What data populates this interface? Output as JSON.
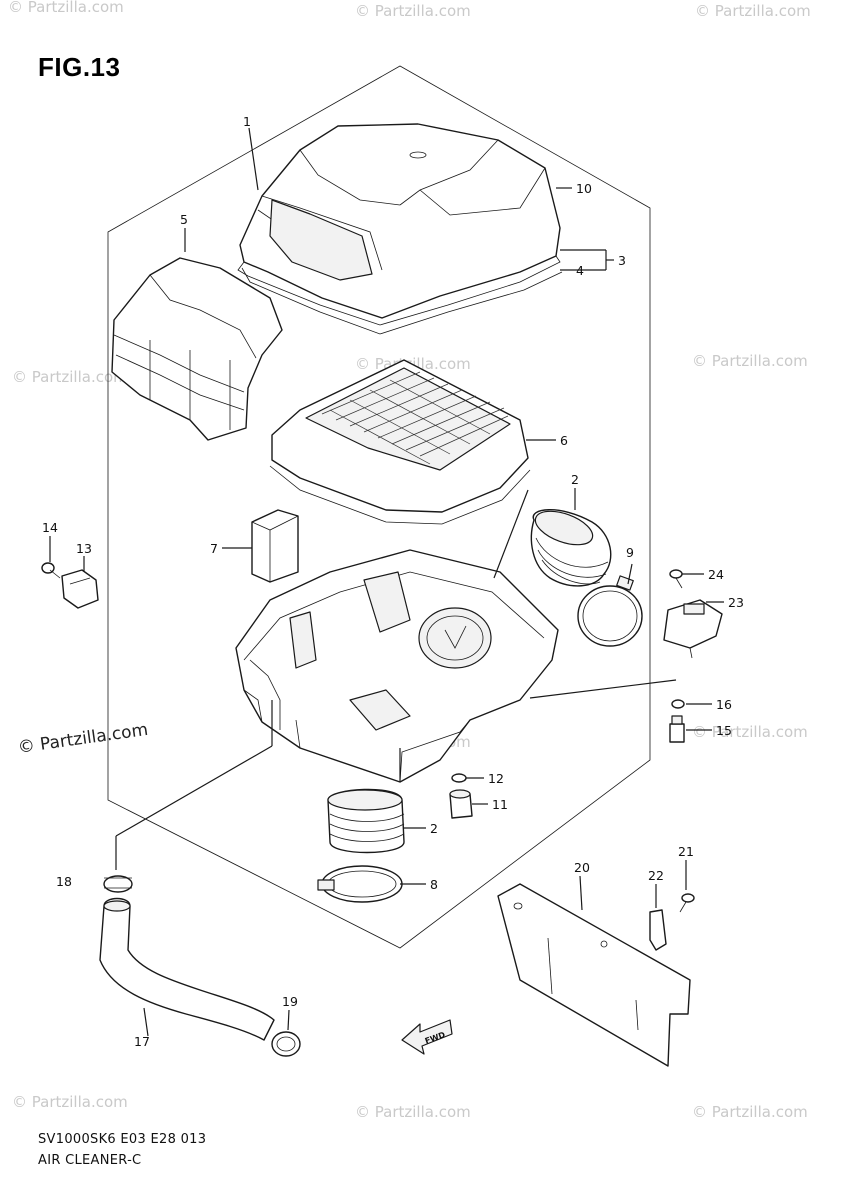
{
  "figure": {
    "title": "FIG.13",
    "footer_code": "SV1000SK6 E03 E28 013",
    "footer_name": "AIR CLEANER-C"
  },
  "watermark": {
    "text": "© Partzilla.com",
    "prominent_text": "© Partzilla.com"
  },
  "callouts": {
    "p1": "1",
    "p2a": "2",
    "p2b": "2",
    "p3": "3",
    "p4": "4",
    "p5": "5",
    "p6": "6",
    "p7": "7",
    "p8": "8",
    "p9": "9",
    "p10": "10",
    "p11": "11",
    "p12": "12",
    "p13": "13",
    "p14": "14",
    "p15": "15",
    "p16": "16",
    "p17": "17",
    "p18": "18",
    "p19": "19",
    "p20": "20",
    "p21": "21",
    "p22": "22",
    "p23": "23",
    "p24": "24"
  },
  "direction_arrow": {
    "label": "FWD",
    "icon": "forward-arrow-icon"
  }
}
